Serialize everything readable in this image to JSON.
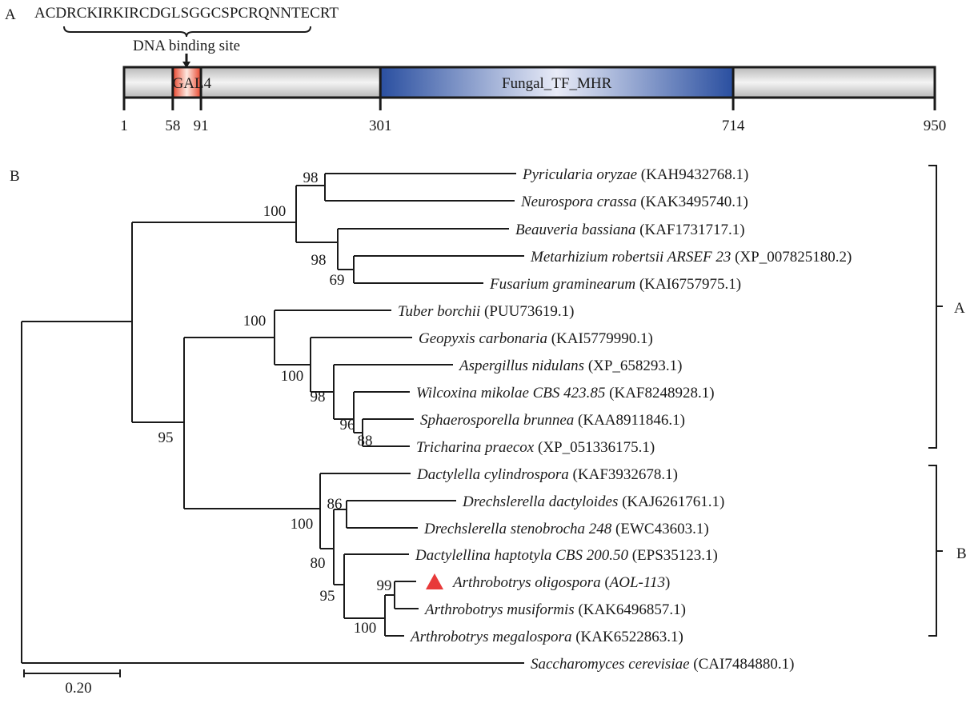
{
  "panel_a": {
    "label": "A",
    "sequence": "ACDRCKIRKIRCDGLSGGCSPCRQNNTECRT",
    "binding_label": "DNA binding site",
    "protein_length": 950,
    "domains": [
      {
        "name": "GAL4",
        "start": 58,
        "end": 91,
        "color": "#e8452c"
      },
      {
        "name": "Fungal_TF_MHR",
        "start": 301,
        "end": 714,
        "color": "#2a4fa0"
      }
    ],
    "ticks": [
      "1",
      "58",
      "91",
      "301",
      "714",
      "950"
    ]
  },
  "panel_b": {
    "label": "B",
    "scale_label": "0.20",
    "clade_a": "A",
    "clade_b": "B",
    "marker_color": "#e83a3a",
    "leaves": [
      {
        "species": "Pyricularia oryzae",
        "accession": "(KAH9432768.1)"
      },
      {
        "species": "Neurospora crassa",
        "accession": "(KAK3495740.1)"
      },
      {
        "species": "Beauveria bassiana",
        "accession": "(KAF1731717.1)"
      },
      {
        "species": "Metarhizium robertsii ARSEF 23",
        "accession": "(XP_007825180.2)"
      },
      {
        "species": "Fusarium graminearum",
        "accession": "(KAI6757975.1)"
      },
      {
        "species": "Tuber borchii",
        "accession": "(PUU73619.1)"
      },
      {
        "species": "Geopyxis carbonaria",
        "accession": "(KAI5779990.1)"
      },
      {
        "species": "Aspergillus nidulans",
        "accession": "(XP_658293.1)"
      },
      {
        "species": "Wilcoxina mikolae CBS 423.85",
        "accession": "(KAF8248928.1)"
      },
      {
        "species": "Sphaerosporella brunnea",
        "accession": "(KAA8911846.1)"
      },
      {
        "species": "Tricharina praecox",
        "accession": "(XP_051336175.1)"
      },
      {
        "species": "Dactylella cylindrospora",
        "accession": "(KAF3932678.1)"
      },
      {
        "species": "Drechslerella dactyloides",
        "accession": "(KAJ6261761.1)"
      },
      {
        "species": "Drechslerella stenobrocha 248",
        "accession": "(EWC43603.1)"
      },
      {
        "species": "Dactylellina haptotyla CBS 200.50",
        "accession": "(EPS35123.1)"
      },
      {
        "species": "Arthrobotrys oligospora",
        "accession": "AOL-113"
      },
      {
        "species": "Arthrobotrys musiformis",
        "accession": "(KAK6496857.1)"
      },
      {
        "species": "Arthrobotrys megalospora",
        "accession": "(KAK6522863.1)"
      },
      {
        "species": "Saccharomyces cerevisiae",
        "accession": "(CAI7484880.1)"
      }
    ],
    "bootstrap": [
      "98",
      "100",
      "98",
      "69",
      "100",
      "100",
      "98",
      "96",
      "88",
      "95",
      "86",
      "100",
      "80",
      "95",
      "99",
      "100"
    ]
  }
}
